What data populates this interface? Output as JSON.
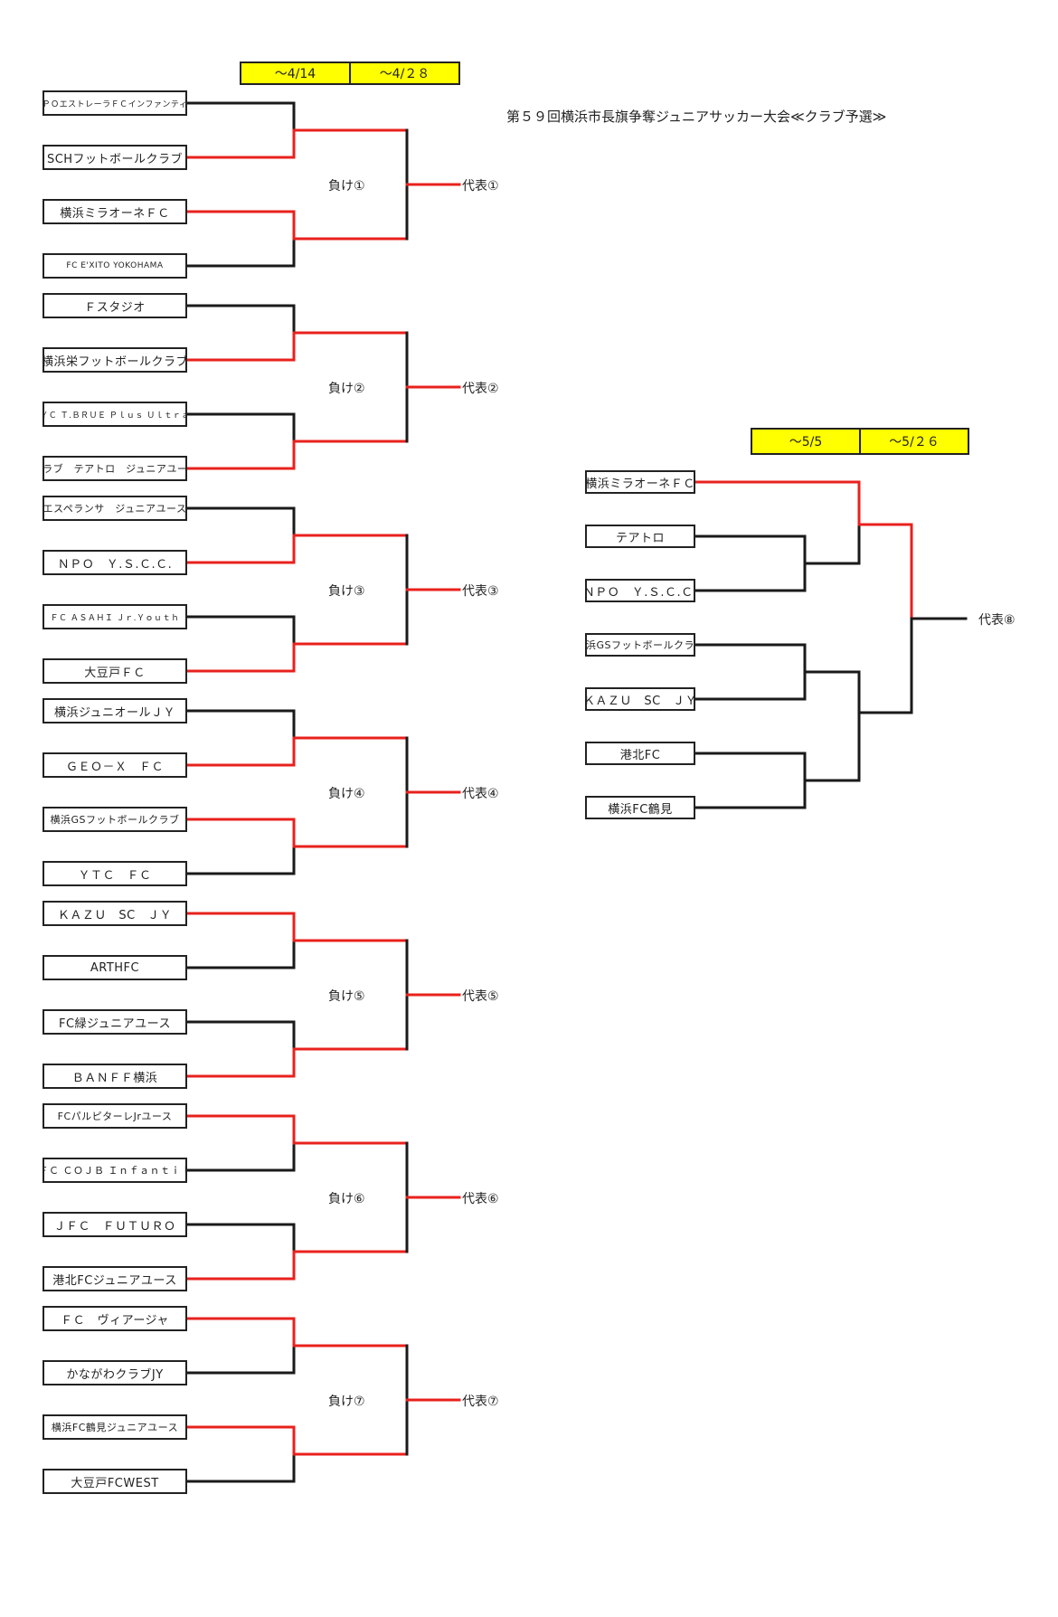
{
  "title": "第５９回横浜市長旗争奪ジュニアサッカー大会≪クラブ予選≫",
  "left_dates": [
    "～4/14",
    "～4/２８"
  ],
  "right_dates": [
    "～5/5",
    "～5/２６"
  ],
  "colors": {
    "win": "#e8211d",
    "line": "#1a1a1a",
    "date_bg": "#ffff00"
  },
  "groups": [
    {
      "teams": [
        "ＮＰＯエストレーラＦＣインファンティル",
        "SCHフットボールクラブ",
        "横浜ミラオーネＦＣ",
        "FC E'XITO YOKOHAMA"
      ],
      "winners": [
        1,
        2
      ],
      "final_winner": 0,
      "loser_label": "負け①",
      "rep_label": "代表①"
    },
    {
      "teams": [
        "Ｆスタジオ",
        "横浜栄フットボールクラブ",
        "ＹＣ Ｔ.ＢＲＵＥ Ｐｌｕｓ Ｕｌｔｒａ",
        "クラブ　テアトロ　ジュニアユース"
      ],
      "winners": [
        1,
        3
      ],
      "final_winner": 0,
      "loser_label": "負け②",
      "rep_label": "代表②"
    },
    {
      "teams": [
        "エスペランサ　ジュニアユース",
        "ＮＰＯ　Ｙ.Ｓ.Ｃ.Ｃ.",
        "ＦＣ ＡＳＡＨＩ Ｊｒ.Ｙｏｕｔｈ",
        "大豆戸ＦＣ"
      ],
      "winners": [
        1,
        3
      ],
      "final_winner": 0,
      "loser_label": "負け③",
      "rep_label": "代表③"
    },
    {
      "teams": [
        "横浜ジュニオールＪＹ",
        "ＧＥＯ－Ｘ　ＦＣ",
        "横浜GSフットボールクラブ",
        "ＹＴＣ　ＦＣ"
      ],
      "winners": [
        1,
        2
      ],
      "final_winner": 0,
      "loser_label": "負け④",
      "rep_label": "代表④"
    },
    {
      "teams": [
        "ＫＡＺＵ　SC　ＪＹ",
        "ARTHFC",
        "FC緑ジュニアユース",
        "ＢＡＮＦＦ横浜"
      ],
      "winners": [
        0,
        3
      ],
      "final_winner": 0,
      "loser_label": "負け⑤",
      "rep_label": "代表⑤"
    },
    {
      "teams": [
        "FCパルピターレJrユース",
        "ＦＣ ＣＯＪＢ Ｉｎｆａｎｔｉｌ",
        "ＪＦＣ　ＦＵＴＵＲＯ",
        "港北FCジュニアユース"
      ],
      "winners": [
        0,
        3
      ],
      "final_winner": 0,
      "loser_label": "負け⑥",
      "rep_label": "代表⑥"
    },
    {
      "teams": [
        "ＦＣ　ヴィアージャ",
        "かながわクラブJY",
        "横浜FC鶴見ジュニアユース",
        "大豆戸FCWEST"
      ],
      "winners": [
        0,
        2
      ],
      "final_winner": 0,
      "loser_label": "負け⑦",
      "rep_label": "代表⑦"
    }
  ],
  "right_bracket": {
    "teams": [
      "横浜ミラオーネＦＣ",
      "テアトロ",
      "ＮＰＯ　Ｙ.Ｓ.Ｃ.Ｃ.",
      "横浜GSフットボールクラブ",
      "ＫＡＺＵ　SC　ＪＹ",
      "港北FC",
      "横浜FC鶴見"
    ],
    "rep_label": "代表⑧"
  }
}
